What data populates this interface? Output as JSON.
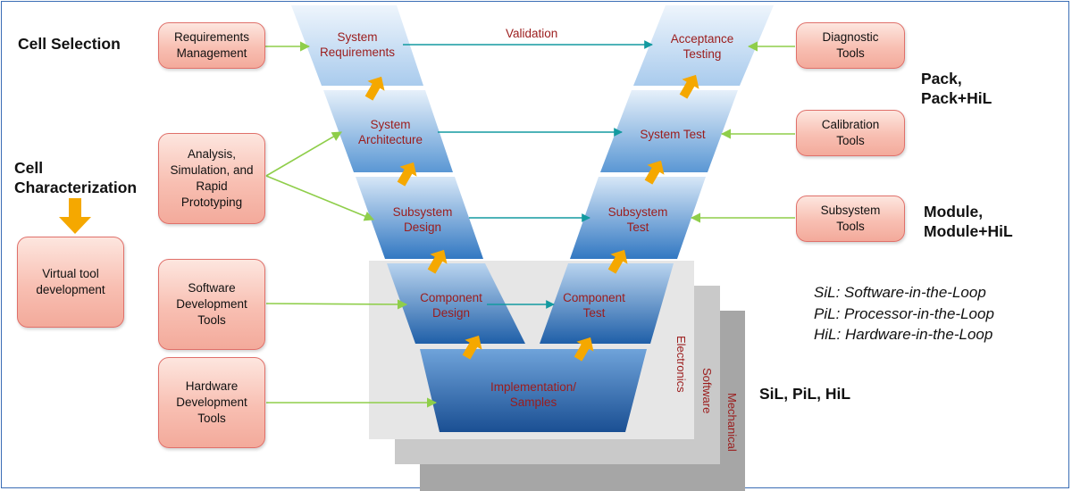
{
  "left_labels": {
    "cell_selection": "Cell Selection",
    "cell_characterization": "Cell\nCharacterization"
  },
  "right_labels": {
    "pack": "Pack,\nPack+HiL",
    "module": "Module,\nModule+HiL",
    "sil_pil_hil": "SiL, PiL, HiL"
  },
  "tool_boxes": {
    "requirements_management": "Requirements\nManagement",
    "analysis_simulation": "Analysis,\nSimulation, and\nRapid\nPrototyping",
    "virtual_tool": "Virtual tool\ndevelopment",
    "software_tools": "Software\nDevelopment\nTools",
    "hardware_tools": "Hardware\nDevelopment\nTools",
    "diagnostic_tools": "Diagnostic\nTools",
    "calibration_tools": "Calibration\nTools",
    "subsystem_tools": "Subsystem\nTools"
  },
  "v_model": {
    "system_requirements": "System\nRequirements",
    "system_architecture": "System\nArchitecture",
    "subsystem_design": "Subsystem\nDesign",
    "component_design": "Component\nDesign",
    "implementation": "Implementation/\nSamples",
    "component_test": "Component\nTest",
    "subsystem_test": "Subsystem\nTest",
    "system_test": "System Test",
    "acceptance_testing": "Acceptance\nTesting"
  },
  "validation_label": "Validation",
  "layers": {
    "electronics": "Electronics",
    "software": "Software",
    "mechanical": "Mechanical"
  },
  "legend": {
    "sil": "SiL: Software-in-the-Loop",
    "pil": "PiL: Processor-in-the-Loop",
    "hil": "HiL: Hardware-in-the-Loop"
  },
  "colors": {
    "tool_box_fill": "#f8bfb2",
    "tool_box_border": "#e0706a",
    "v_block_dark": "#1f5fa8",
    "v_block_light": "#d6e6f6",
    "block_text": "#9b1c1c",
    "arrow_orange": "#f5a800",
    "connector_green": "#8fce4a",
    "connector_teal": "#139aa0",
    "frame_border": "#3a6db5"
  }
}
